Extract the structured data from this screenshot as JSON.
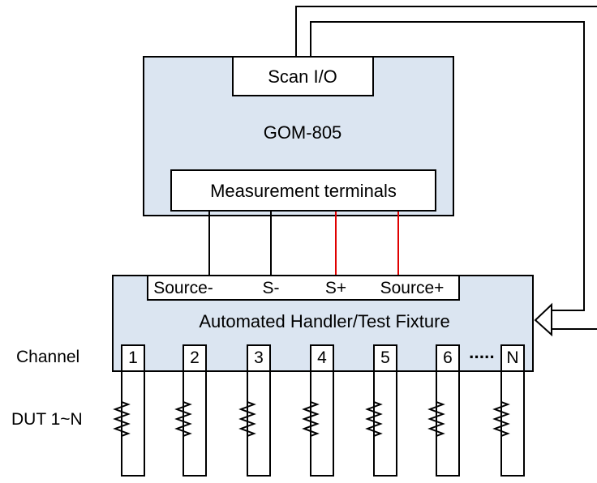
{
  "device": {
    "name": "GOM-805",
    "scan_io": "Scan I/O",
    "measurement_terminals": "Measurement terminals"
  },
  "fixture": {
    "title": "Automated Handler/Test Fixture",
    "terminals": [
      "Source-",
      "S-",
      "S+",
      "Source+"
    ]
  },
  "channel_label": "Channel",
  "channels": [
    "1",
    "2",
    "3",
    "4",
    "5",
    "6",
    "N"
  ],
  "ellipsis": "·····",
  "dut_label": "DUT 1~N",
  "colors": {
    "box_fill": "#dbe5f1",
    "sense_wire": "#e00000",
    "wire": "#000000"
  }
}
